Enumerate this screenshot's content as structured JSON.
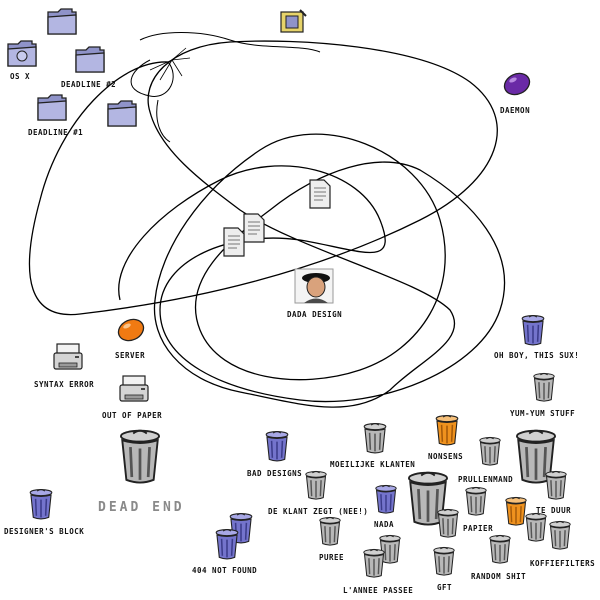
{
  "desktop": {
    "background": "#ffffff",
    "icons": [
      {
        "id": "os-x",
        "label": "OS X",
        "icon": "hard-drive-folder-icon"
      },
      {
        "id": "deadline-2",
        "label": "DEADLINE #2",
        "icon": "folder-icon"
      },
      {
        "id": "deadline-1",
        "label": "DEADLINE #1",
        "icon": "folder-icon"
      },
      {
        "id": "daemon",
        "label": "DAEMON",
        "icon": "purple-gem-icon"
      },
      {
        "id": "dada-design",
        "label": "DADA DESIGN",
        "icon": "user-portrait-icon"
      },
      {
        "id": "server",
        "label": "SERVER",
        "icon": "orange-gem-icon"
      },
      {
        "id": "syntax-error",
        "label": "SYNTAX ERROR",
        "icon": "printer-icon"
      },
      {
        "id": "out-of-paper",
        "label": "OUT OF PAPER",
        "icon": "printer-icon"
      },
      {
        "id": "dead-end",
        "label": "DEAD END",
        "icon": "trash-icon"
      },
      {
        "id": "designers-block",
        "label": "DESIGNER'S BLOCK",
        "icon": "trash-icon"
      },
      {
        "id": "404-not-found",
        "label": "404 NOT FOUND",
        "icon": "trash-icon"
      },
      {
        "id": "bad-designs",
        "label": "BAD DESIGNS",
        "icon": "trash-icon"
      },
      {
        "id": "moeilijke-klanten",
        "label": "MOEILIJKE KLANTEN",
        "icon": "trash-icon"
      },
      {
        "id": "nonsens",
        "label": "NONSENS",
        "icon": "trash-icon"
      },
      {
        "id": "prullenmand",
        "label": "PRULLENMAND",
        "icon": "trash-icon"
      },
      {
        "id": "oh-boy",
        "label": "OH BOY, THIS SUX!",
        "icon": "trash-icon"
      },
      {
        "id": "yum-yum-stuff",
        "label": "YUM-YUM STUFF",
        "icon": "trash-icon"
      },
      {
        "id": "de-klant-zegt",
        "label": "DE KLANT ZEGT (NEE!)",
        "icon": "trash-icon"
      },
      {
        "id": "nada",
        "label": "NADA",
        "icon": "trash-icon"
      },
      {
        "id": "papier",
        "label": "PAPIER",
        "icon": "trash-icon"
      },
      {
        "id": "te-duur",
        "label": "TE DUUR",
        "icon": "trash-icon"
      },
      {
        "id": "puree",
        "label": "PUREE",
        "icon": "trash-icon"
      },
      {
        "id": "lannee-passee",
        "label": "L'ANNEE PASSEE",
        "icon": "trash-icon"
      },
      {
        "id": "gft",
        "label": "GFT",
        "icon": "trash-icon"
      },
      {
        "id": "random-shit",
        "label": "RANDOM SHIT",
        "icon": "trash-icon"
      },
      {
        "id": "koffiefilters",
        "label": "KOFFIEFILTERS",
        "icon": "trash-icon"
      }
    ]
  },
  "colors": {
    "folder": "#8f93c9",
    "trash_grey": "#a9a9a9",
    "trash_purple": "#6b6bc4",
    "trash_orange": "#ee8a1c",
    "gem_purple": "#6a2aa6",
    "gem_orange": "#f07a12",
    "scribble": "#000000"
  }
}
